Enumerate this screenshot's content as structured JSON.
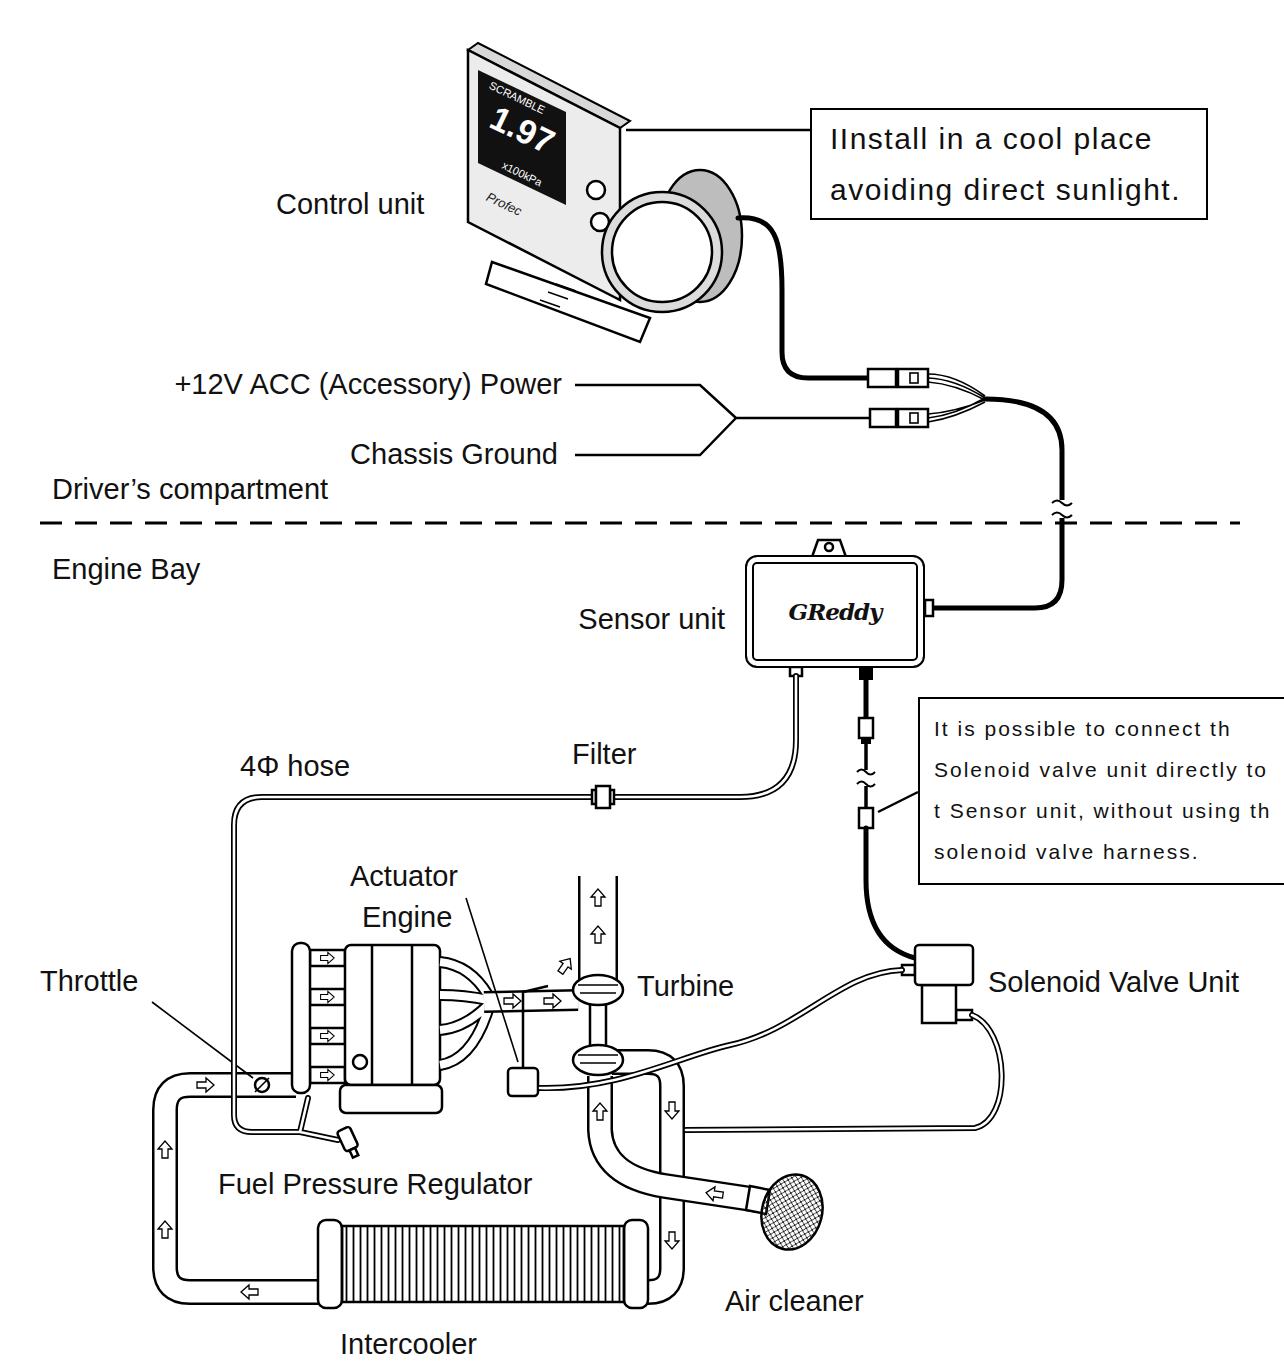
{
  "diagram": {
    "nodes": [
      {
        "text": [
          "IInstall in a cool place avoiding direct sunlight."
        ]
      },
      {
        "text": [
          "Sensor unit",
          "GReddy"
        ]
      },
      {
        "text": [
          "It is possible to connect th Solenoid valve unit directly to t Sensor unit, without using th solenoid valve harness."
        ]
      }
    ],
    "labels": [
      "Control unit",
      "SCRAMBLE",
      "1.97",
      "x100kPa",
      "Profec",
      "+12V ACC (Accessory) Power",
      "Chassis Ground",
      "Driver’s compartment",
      "Engine Bay",
      "4Φ hose",
      "Filter",
      "Actuator",
      "Engine",
      "Throttle",
      "Turbine",
      "Solenoid Valve Unit",
      "Fuel Pressure Regulator",
      "Air cleaner",
      "Intercooler"
    ]
  }
}
